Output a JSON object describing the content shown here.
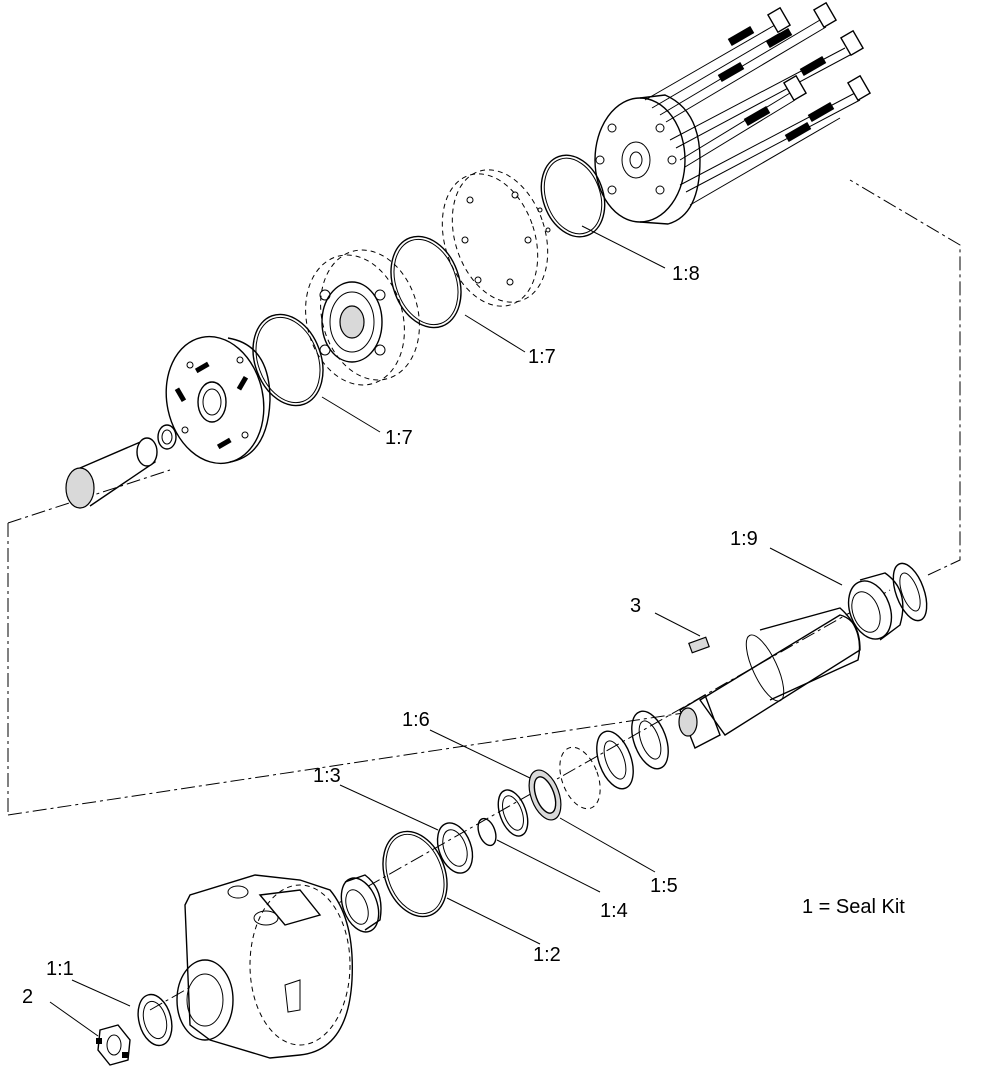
{
  "diagram": {
    "callouts": {
      "c1_1": "1:1",
      "c2": "2",
      "c1_2": "1:2",
      "c1_3": "1:3",
      "c1_4": "1:4",
      "c1_5": "1:5",
      "c1_6": "1:6",
      "c1_7a": "1:7",
      "c1_7b": "1:7",
      "c1_8": "1:8",
      "c1_9": "1:9",
      "c3": "3"
    },
    "legend": "1 = Seal Kit"
  }
}
